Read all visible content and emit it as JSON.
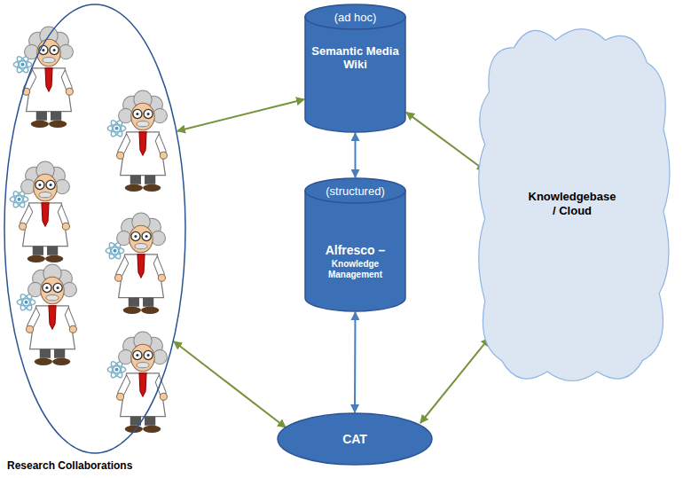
{
  "diagram": {
    "nodes": [
      {
        "text": [
          "Research Collaborations"
        ]
      },
      {
        "text": [
          "(ad hoc)",
          "Semantic Media Wiki"
        ]
      },
      {
        "text": [
          "(structured)",
          "Alfresco –",
          "Knowledge Management"
        ]
      },
      {
        "text": [
          "CAT"
        ]
      },
      {
        "text": [
          "Knowledgebase / Cloud"
        ]
      }
    ],
    "edges": [
      {
        "from": 0,
        "to": 1,
        "arrow": "both"
      },
      {
        "from": 0,
        "to": 3,
        "arrow": "both"
      },
      {
        "from": 1,
        "to": 2,
        "arrow": "both"
      },
      {
        "from": 2,
        "to": 3,
        "arrow": "both"
      },
      {
        "from": 1,
        "to": 4,
        "arrow": "both"
      },
      {
        "from": 3,
        "to": 4,
        "arrow": "both"
      }
    ]
  }
}
